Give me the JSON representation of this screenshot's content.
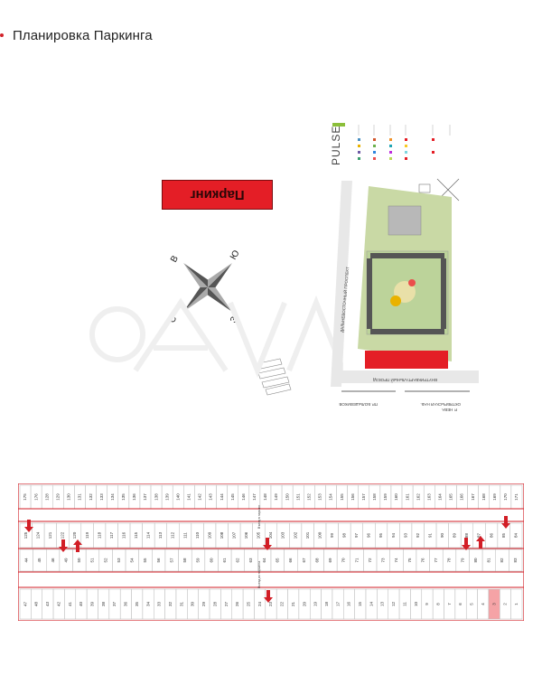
{
  "header": {
    "title": "Планировка Паркинга"
  },
  "parking_label": "Паркинг",
  "compass": {
    "n": "В",
    "e": "Ю",
    "s": "З",
    "w": "С"
  },
  "map": {
    "brand": "PULSE",
    "road_main": "ДАЛЬНЕВОСТОЧНЫЙ ПРОСПЕКТ",
    "road_inner": "ВНУТРИКВАРТАЛЬНЫЙ ПРОЕЗД",
    "road_bottom_1": "ОКТЯБРЬСКАЯ НАБ.",
    "road_bottom_2": "Р. НЕВА",
    "road_bottom_3": "ПР. БОЛЬШЕВИКОВ",
    "colors": {
      "green": "#c9d9a5",
      "red": "#e41e26"
    }
  },
  "plan": {
    "row_top": [
      "175",
      "176",
      "128",
      "129",
      "130",
      "131",
      "132",
      "133",
      "134",
      "135",
      "136",
      "137",
      "138",
      "139",
      "140",
      "141",
      "142",
      "143",
      "144",
      "145",
      "146",
      "147",
      "148",
      "149",
      "150",
      "151",
      "152",
      "153",
      "154",
      "155",
      "156",
      "157",
      "158",
      "159",
      "160",
      "161",
      "162",
      "163",
      "164",
      "165",
      "166",
      "167",
      "168",
      "169",
      "170",
      "171"
    ],
    "row_mid1": [
      "125",
      "124",
      "121",
      "122",
      "120",
      "119",
      "118",
      "117",
      "116",
      "115",
      "114",
      "113",
      "112",
      "111",
      "110",
      "109",
      "108",
      "107",
      "106",
      "105",
      "104",
      "103",
      "102",
      "101",
      "100",
      "99",
      "98",
      "97",
      "96",
      "95",
      "94",
      "93",
      "92",
      "91",
      "90",
      "89",
      "88",
      "87",
      "86",
      "85",
      "84"
    ],
    "row_mid2": [
      "44",
      "45",
      "46",
      "49",
      "50",
      "51",
      "52",
      "53",
      "54",
      "55",
      "56",
      "57",
      "58",
      "59",
      "60",
      "61",
      "62",
      "63",
      "64",
      "65",
      "66",
      "67",
      "68",
      "69",
      "70",
      "71",
      "72",
      "73",
      "74",
      "75",
      "76",
      "77",
      "78",
      "79",
      "80",
      "81",
      "82",
      "83"
    ],
    "row_bottom": [
      "47",
      "48",
      "43",
      "42",
      "41",
      "40",
      "39",
      "38",
      "37",
      "36",
      "35",
      "34",
      "33",
      "32",
      "31",
      "30",
      "29",
      "28",
      "27",
      "26",
      "25",
      "24",
      "23",
      "22",
      "21",
      "20",
      "19",
      "18",
      "17",
      "16",
      "15",
      "14",
      "13",
      "12",
      "11",
      "10",
      "9",
      "8",
      "7",
      "6",
      "5",
      "4",
      "3",
      "2",
      "1"
    ],
    "highlight": "3",
    "entry_label": "Въезд в паркинг",
    "exit_label": "Выезд из паркинга"
  }
}
